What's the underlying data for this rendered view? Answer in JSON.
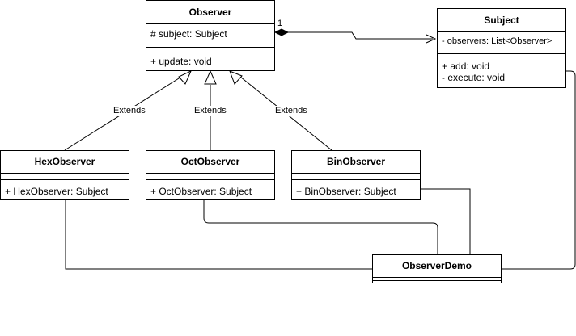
{
  "classes": {
    "observer": {
      "name": "Observer",
      "attributes": [
        "# subject: Subject"
      ],
      "methods": [
        "+ update: void"
      ]
    },
    "subject": {
      "name": "Subject",
      "attributes": [
        "- observers: List<Observer>"
      ],
      "methods": [
        "+ add: void",
        "- execute: void"
      ]
    },
    "hex_observer": {
      "name": "HexObserver",
      "methods": [
        "+ HexObserver: Subject"
      ]
    },
    "oct_observer": {
      "name": "OctObserver",
      "methods": [
        "+ OctObserver: Subject"
      ]
    },
    "bin_observer": {
      "name": "BinObserver",
      "methods": [
        "+ BinObserver: Subject"
      ]
    },
    "observer_demo": {
      "name": "ObserverDemo"
    }
  },
  "relations": {
    "extends_label": "Extends",
    "multiplicity": "1"
  }
}
